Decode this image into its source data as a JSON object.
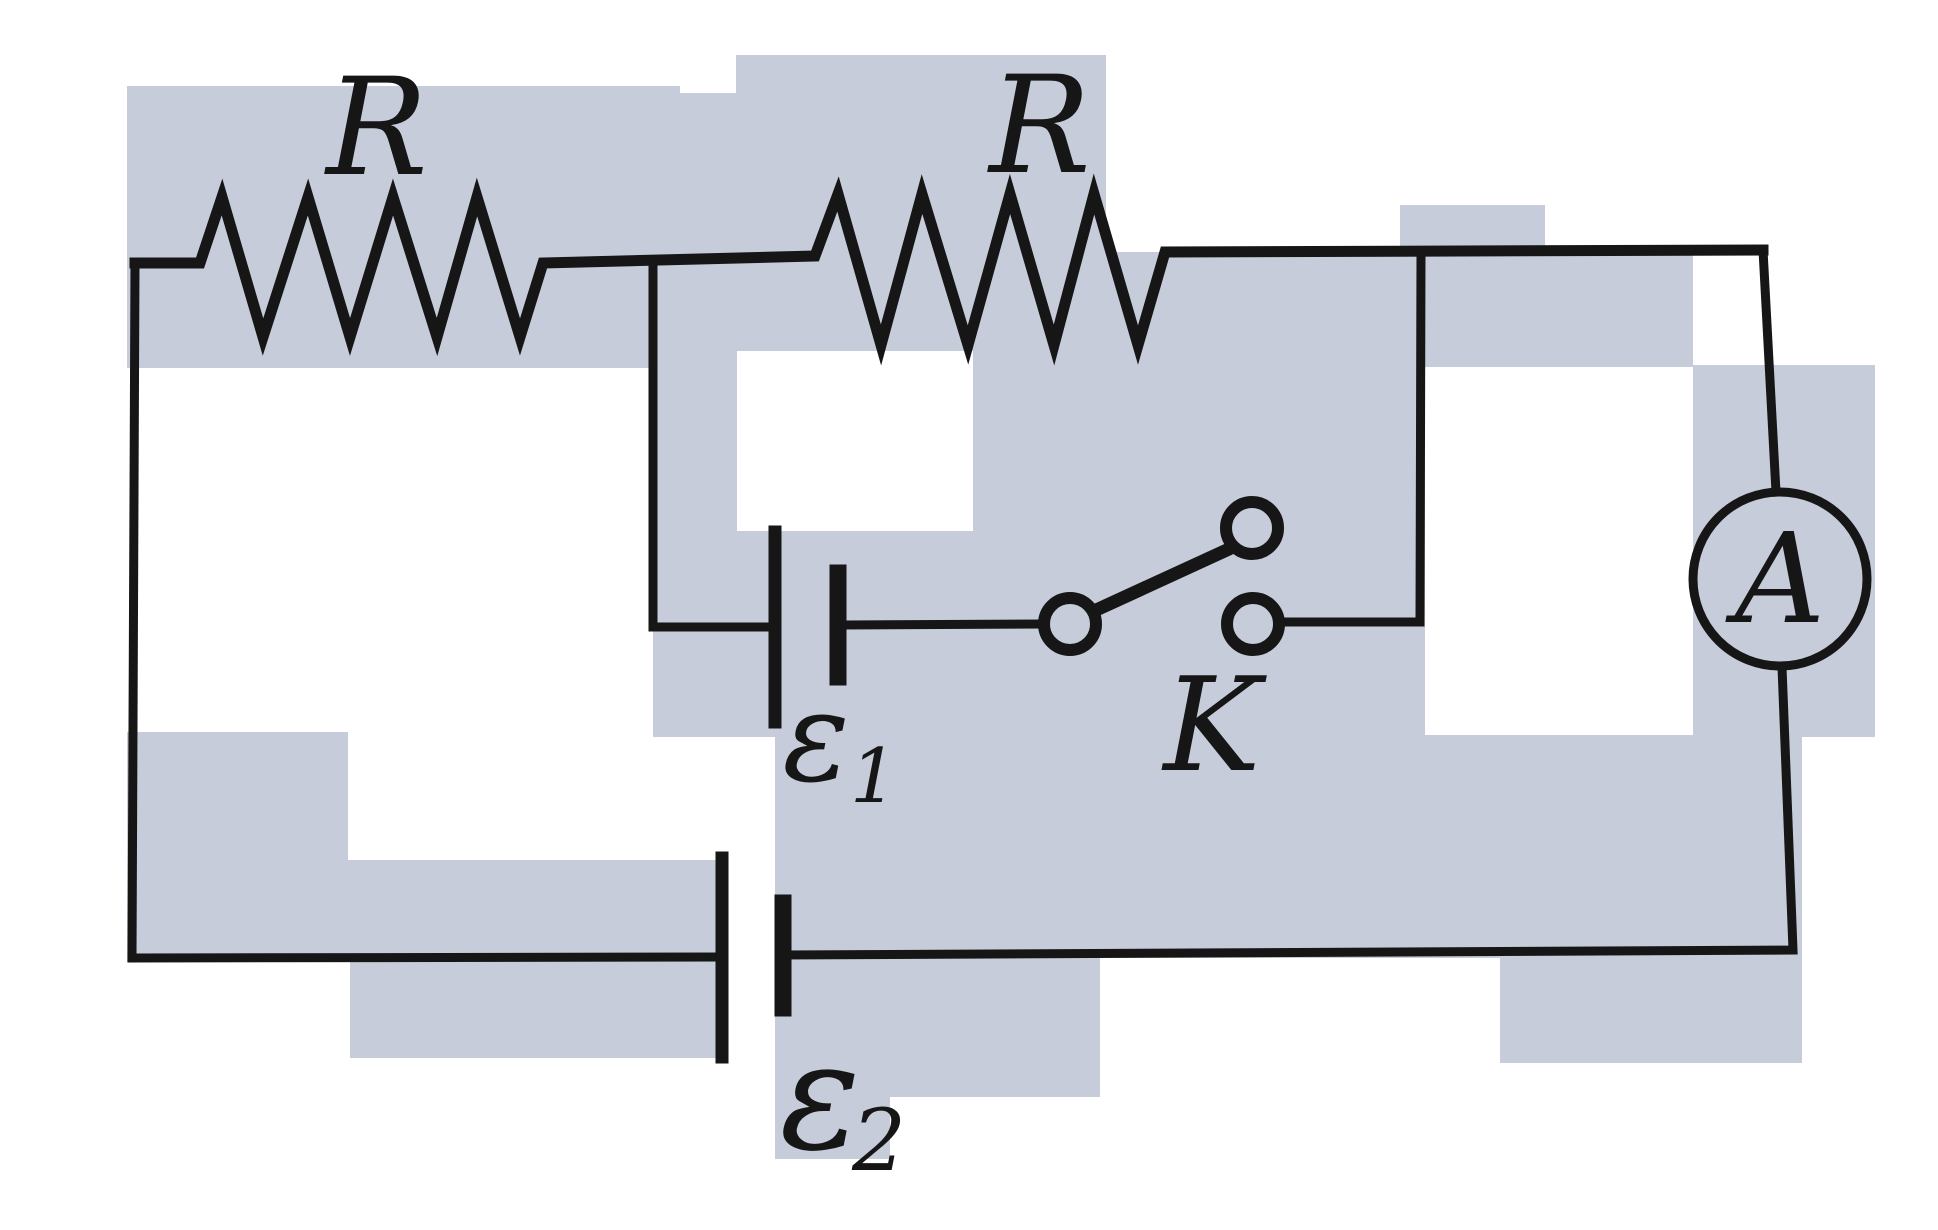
{
  "title": "Circuit diagram: two resistors, two EMF cells, switch and ammeter on gray highlight blocks",
  "colors": {
    "page_background": "#ffffff",
    "highlight_block": "#c6ccd9",
    "ink": "#161616"
  },
  "components": {
    "resistor_left": {
      "label": "R"
    },
    "resistor_right": {
      "label": "R"
    },
    "emf_top": {
      "symbol": "ε",
      "subscript": "1"
    },
    "emf_bottom": {
      "symbol": "ε",
      "subscript": "2"
    },
    "switch": {
      "label": "K"
    },
    "ammeter": {
      "label": "A"
    }
  }
}
